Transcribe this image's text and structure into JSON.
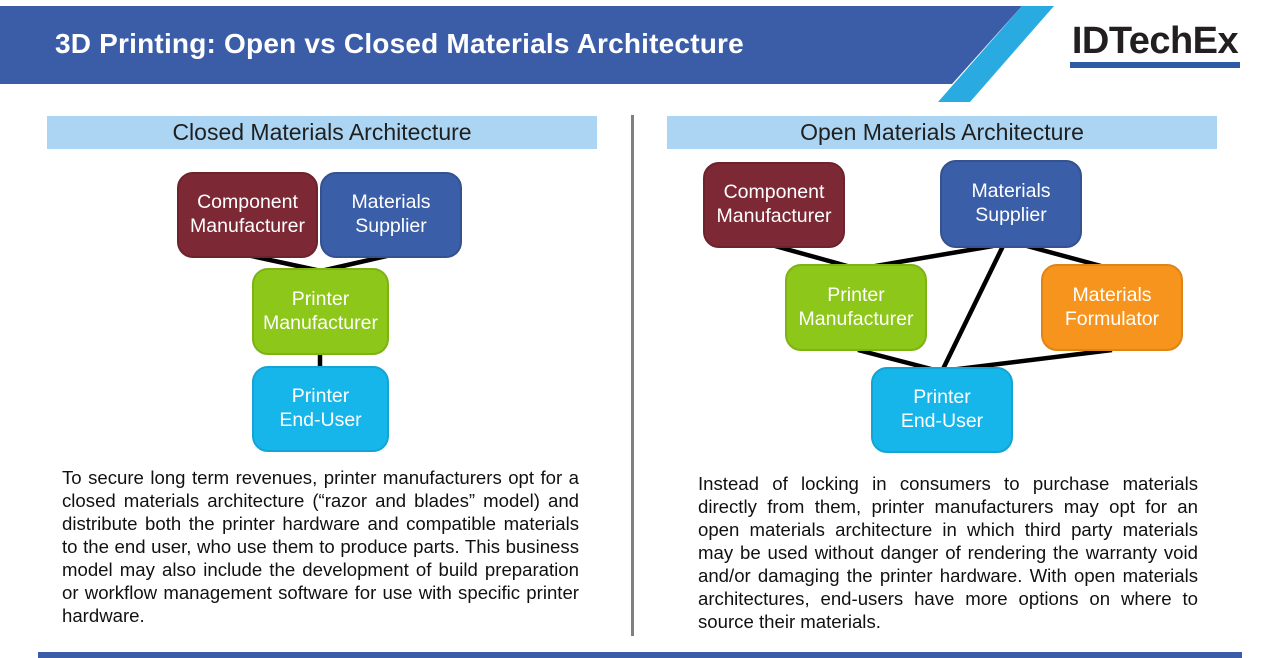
{
  "header": {
    "title": "3D Printing: Open vs Closed Materials Architecture",
    "logo_text": "IDTechEx"
  },
  "left_panel": {
    "heading": "Closed Materials Architecture",
    "nodes": {
      "component_manufacturer": "Component\nManufacturer",
      "materials_supplier": "Materials\nSupplier",
      "printer_manufacturer": "Printer\nManufacturer",
      "printer_end_user": "Printer\nEnd-User"
    },
    "description": "To secure long term revenues, printer manufacturers opt for a closed materials architecture (“razor and blades” model) and distribute both the printer hardware and compatible materials to the end user, who use them to produce parts. This business model may also include the development of build preparation or workflow management software for use with specific printer hardware."
  },
  "right_panel": {
    "heading": "Open Materials Architecture",
    "nodes": {
      "component_manufacturer": "Component\nManufacturer",
      "materials_supplier": "Materials\nSupplier",
      "printer_manufacturer": "Printer\nManufacturer",
      "materials_formulator": "Materials\nFormulator",
      "printer_end_user": "Printer\nEnd-User"
    },
    "description": "Instead of locking in consumers to purchase materials directly from them, printer manufacturers may opt for an open materials architecture in which third party materials may be used without danger of rendering the warranty void and/or damaging the printer hardware. With open materials architectures, end-users have more options on where to source their materials."
  },
  "colors": {
    "banner_blue": "#3B5DA8",
    "accent_cyan": "#29ABE2",
    "panel_heading_bg": "#ABD5F2",
    "node_maroon": "#7D2935",
    "node_blue": "#3B5EA9",
    "node_green": "#8CC71A",
    "node_cyan": "#17B6EA",
    "node_orange": "#F7941E",
    "logo_text_color": "#231F20",
    "logo_underline": "#2E5BA6",
    "divider_gray": "#808080",
    "connector_black": "#000000"
  }
}
